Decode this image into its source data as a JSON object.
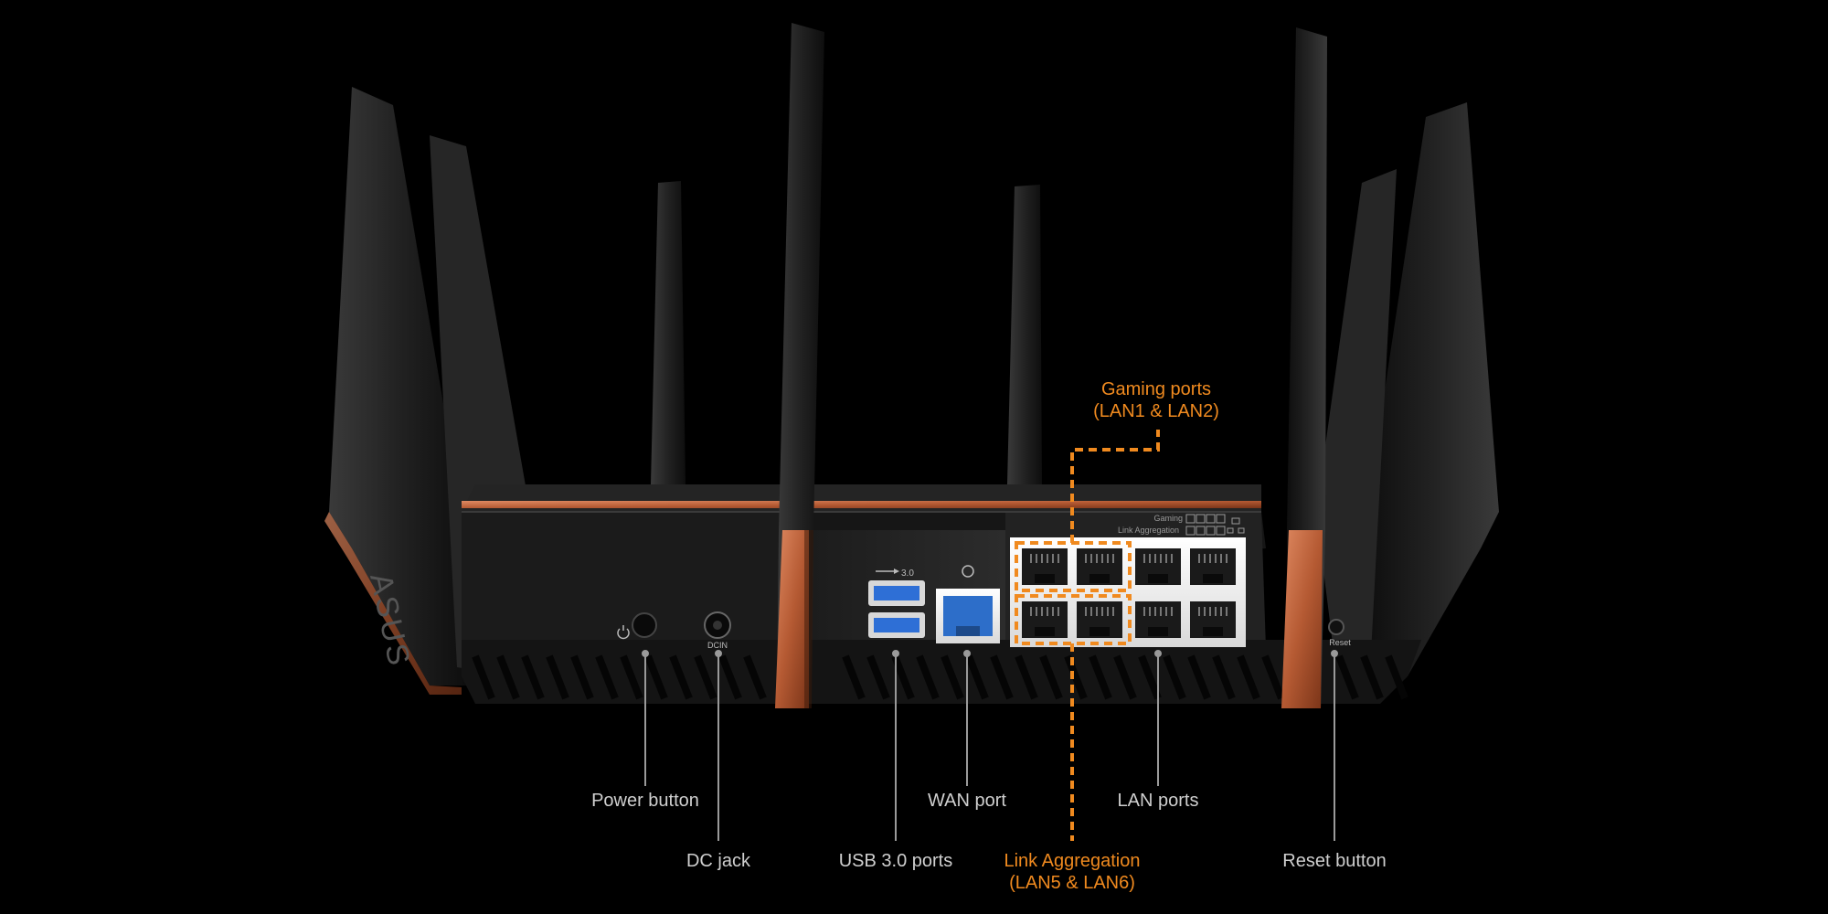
{
  "brand": {
    "logo_text": "ASUS"
  },
  "panel_markings": {
    "usb_version": "3.0",
    "dc_in": "DCIN",
    "reset": "Reset",
    "gaming": "Gaming",
    "link_aggregation": "Link Aggregation"
  },
  "callouts": {
    "gaming_ports": {
      "line1": "Gaming ports",
      "line2": "(LAN1 & LAN2)"
    },
    "power_button": "Power button",
    "dc_jack": "DC jack",
    "usb_ports": "USB 3.0 ports",
    "wan_port": "WAN port",
    "link_aggregation": {
      "line1": "Link Aggregation",
      "line2": "(LAN5 & LAN6)"
    },
    "lan_ports": "LAN ports",
    "reset_button": "Reset button"
  },
  "colors": {
    "background": "#000000",
    "label": "#cfcfcf",
    "accent": "#f08a1f",
    "copper": "#c8643c",
    "body": "#1c1c1c"
  }
}
